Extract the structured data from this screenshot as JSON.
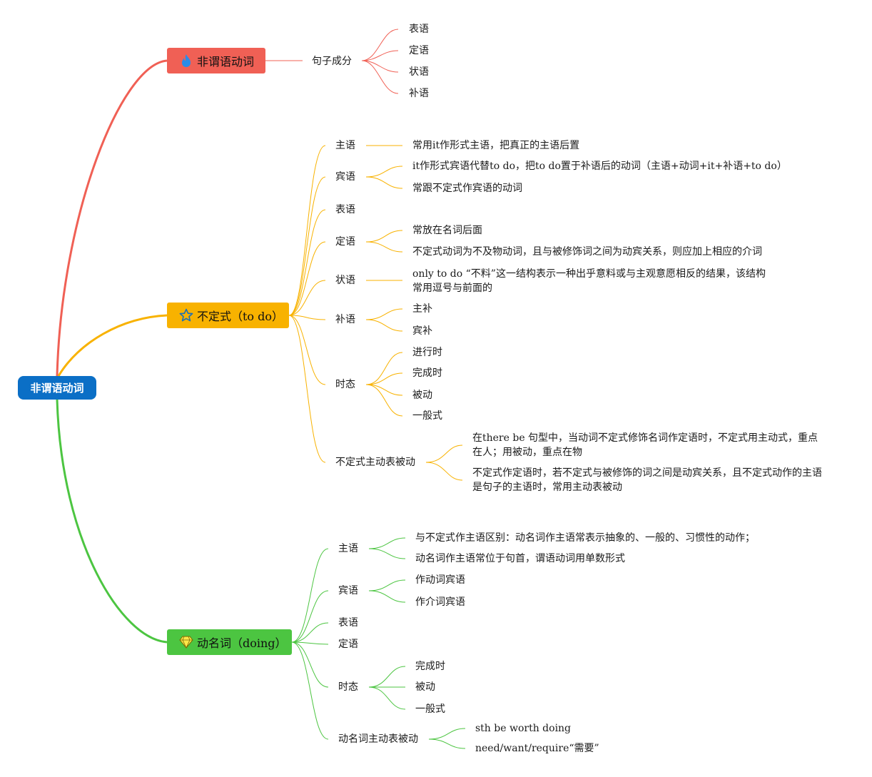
{
  "root": {
    "label": "非谓语动词",
    "color": "#0b6fc6"
  },
  "branches": [
    {
      "label": "非谓语动词",
      "icon": "flame-icon",
      "color": "#f06055",
      "children": [
        {
          "label": "句子成分",
          "children": [
            {
              "label": "表语"
            },
            {
              "label": "定语"
            },
            {
              "label": "状语"
            },
            {
              "label": "补语"
            }
          ]
        }
      ]
    },
    {
      "label": "不定式（to do）",
      "icon": "star-outline-icon",
      "color": "#f8b200",
      "children": [
        {
          "label": "主语",
          "children": [
            {
              "label": "常用it作形式主语，把真正的主语后置"
            }
          ]
        },
        {
          "label": "宾语",
          "children": [
            {
              "label": "it作形式宾语代替to do，把to do置于补语后的动词（主语+动词+it+补语+to do）"
            },
            {
              "label": "常跟不定式作宾语的动词"
            }
          ]
        },
        {
          "label": "表语"
        },
        {
          "label": "定语",
          "children": [
            {
              "label": "常放在名词后面"
            },
            {
              "label": "不定式动词为不及物动词，且与被修饰词之间为动宾关系，则应加上相应的介词"
            }
          ]
        },
        {
          "label": "状语",
          "children": [
            {
              "label": "only to do “不料”这一结构表示一种出乎意料或与主观意愿相反的结果，该结构常用逗号与前面的"
            }
          ]
        },
        {
          "label": "补语",
          "children": [
            {
              "label": "主补"
            },
            {
              "label": "宾补"
            }
          ]
        },
        {
          "label": "时态",
          "children": [
            {
              "label": "进行时"
            },
            {
              "label": "完成时"
            },
            {
              "label": "被动"
            },
            {
              "label": "一般式"
            }
          ]
        },
        {
          "label": "不定式主动表被动",
          "children": [
            {
              "label": "在there be 句型中，当动词不定式修饰名词作定语时，不定式用主动式，重点在人；用被动，重点在物"
            },
            {
              "label": "不定式作定语时，若不定式与被修饰的词之间是动宾关系，且不定式动作的主语是句子的主语时，常用主动表被动"
            }
          ]
        }
      ]
    },
    {
      "label": "动名词（doing）",
      "icon": "diamond-icon",
      "color": "#4cc541",
      "children": [
        {
          "label": "主语",
          "children": [
            {
              "label": "与不定式作主语区别：动名词作主语常表示抽象的、一般的、习惯性的动作；"
            },
            {
              "label": "动名词作主语常位于句首，谓语动词用单数形式"
            }
          ]
        },
        {
          "label": "宾语",
          "children": [
            {
              "label": "作动词宾语"
            },
            {
              "label": "作介词宾语"
            }
          ]
        },
        {
          "label": "表语"
        },
        {
          "label": "定语"
        },
        {
          "label": "时态",
          "children": [
            {
              "label": "完成时"
            },
            {
              "label": "被动"
            },
            {
              "label": "一般式"
            }
          ]
        },
        {
          "label": "动名词主动表被动",
          "children": [
            {
              "label": "sth be worth doing"
            },
            {
              "label": "need/want/require“需要”"
            }
          ]
        }
      ]
    }
  ]
}
